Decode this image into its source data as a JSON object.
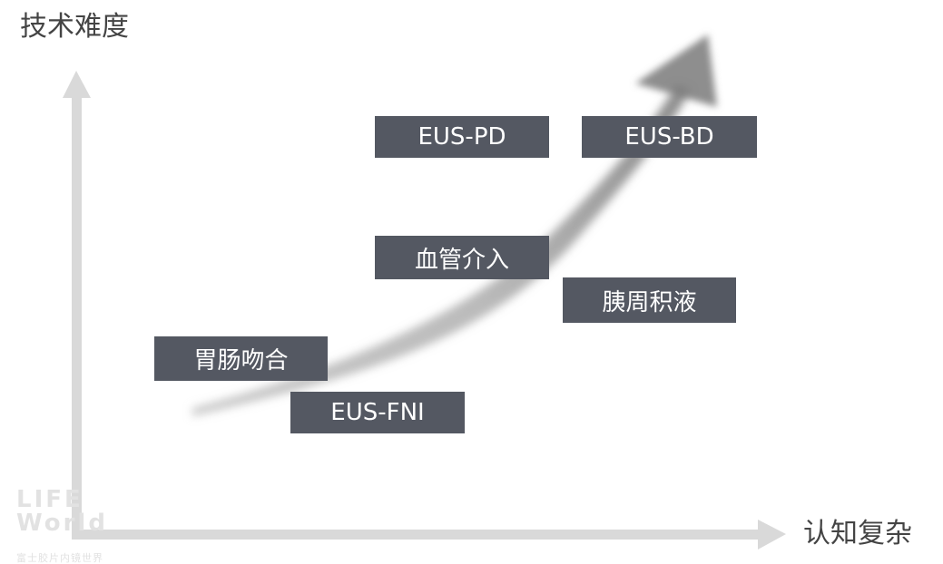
{
  "axes": {
    "y_label": "技术难度",
    "x_label": "认知复杂"
  },
  "boxes": [
    {
      "label": "EUS-PD"
    },
    {
      "label": "EUS-BD"
    },
    {
      "label": "血管介入"
    },
    {
      "label": "胰周积液"
    },
    {
      "label": "胃肠吻合"
    },
    {
      "label": "EUS-FNI"
    }
  ],
  "watermark": {
    "logo": "LIFE World",
    "subtitle": "富士胶片内镜世界"
  },
  "colors": {
    "box_fill": "#545862",
    "box_text": "#ffffff",
    "axis_arrow": "#d8d8d8",
    "trend_arrow": "#9a9a9a",
    "label_text": "#444444"
  }
}
